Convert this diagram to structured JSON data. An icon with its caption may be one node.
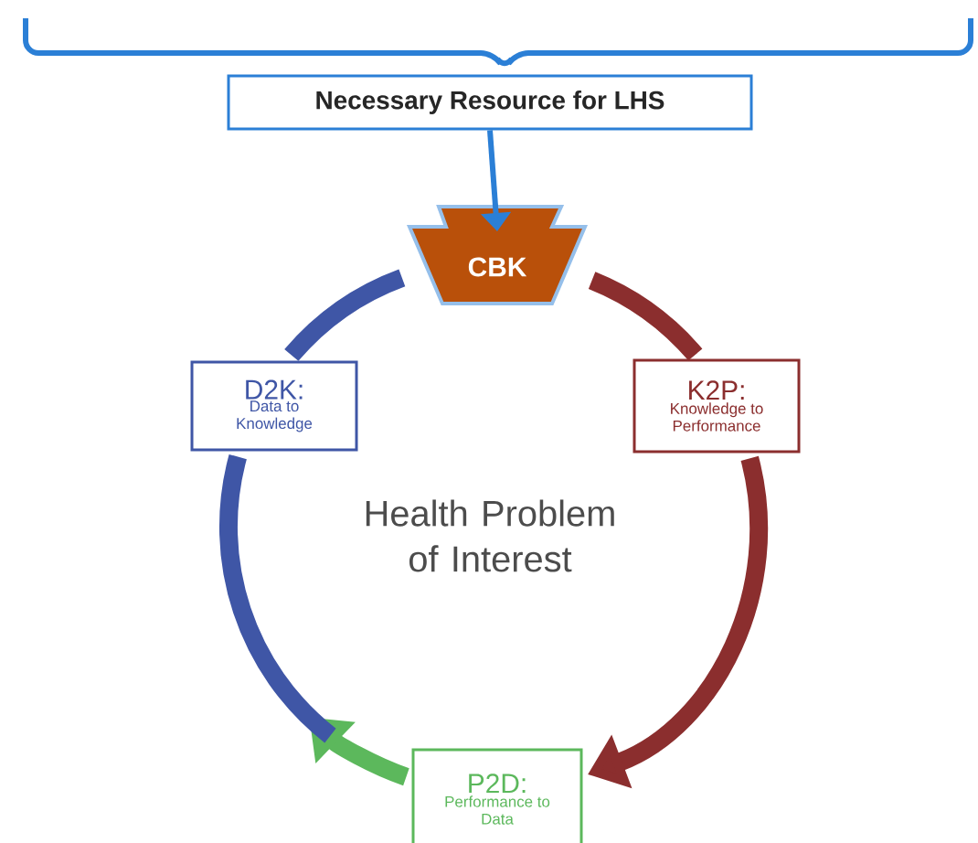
{
  "diagram": {
    "nodes": [
      {
        "text": [
          "Necessary Resource for LHS"
        ]
      },
      {
        "text": [
          "CBK"
        ]
      },
      {
        "text": [
          "K2P:",
          "Knowledge to Performance"
        ]
      },
      {
        "text": [
          "P2D:",
          "Performance to Data"
        ]
      },
      {
        "text": [
          "D2K:",
          "Data to Knowledge"
        ]
      }
    ],
    "edges": [
      {
        "from": 0,
        "to": 1,
        "arrow": "to",
        "color": "#2b7fd6"
      },
      {
        "from": 1,
        "to": 2,
        "arrow": "none",
        "color": "#8b2e2e"
      },
      {
        "from": 2,
        "to": 3,
        "arrow": "to",
        "color": "#8b2e2e"
      },
      {
        "from": 3,
        "to": null,
        "arrow": "to",
        "color": "#5cb85c"
      },
      {
        "from": null,
        "to": 4,
        "arrow": "none",
        "color": "#3f56a6"
      },
      {
        "from": 4,
        "to": 1,
        "arrow": "none",
        "color": "#3f56a6"
      }
    ],
    "labels": [
      "Health Problem of Interest"
    ]
  }
}
